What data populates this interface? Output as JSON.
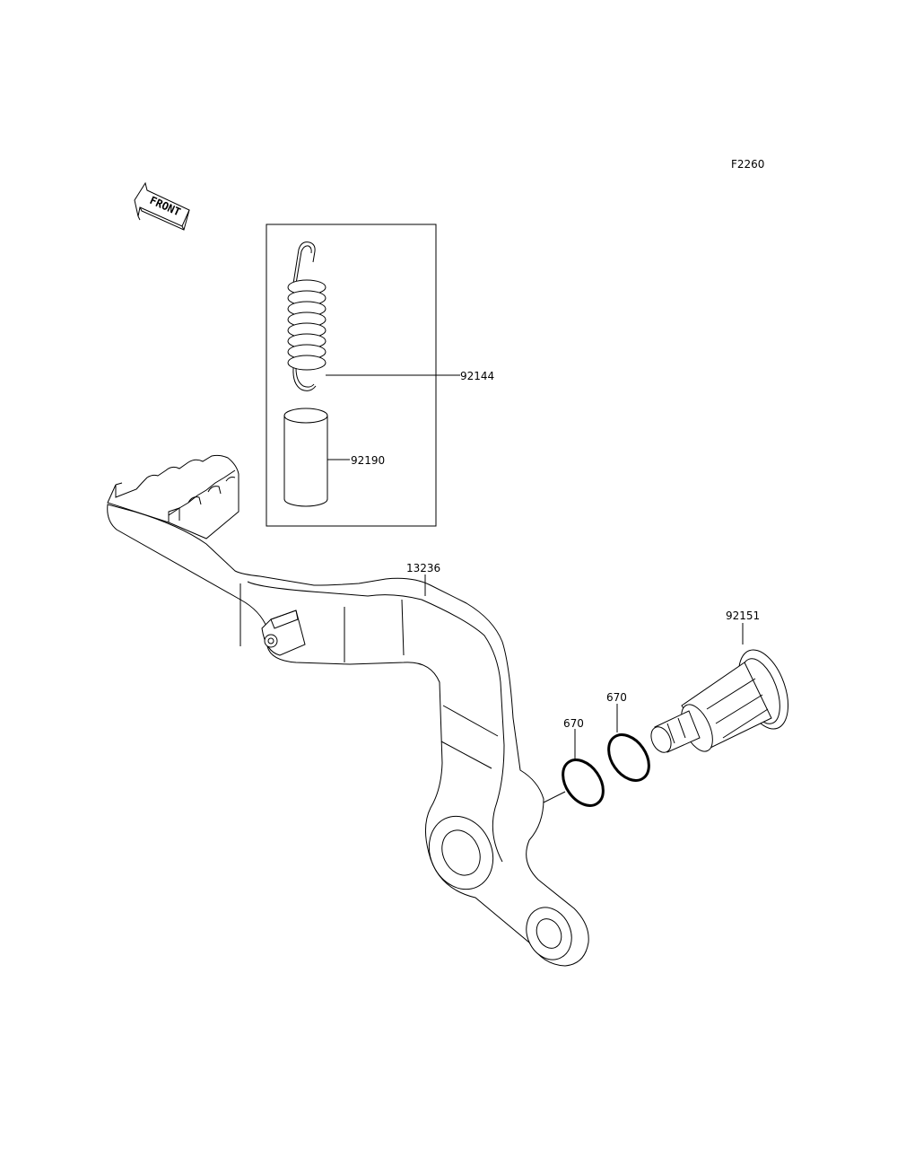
{
  "figure_code": "F2260",
  "front_indicator": "FRONT",
  "callouts": {
    "spring": "92144",
    "collar": "92190",
    "pedal": "13236",
    "pivot_bolt": "92151",
    "oring_inner": "670",
    "oring_outer": "670"
  }
}
